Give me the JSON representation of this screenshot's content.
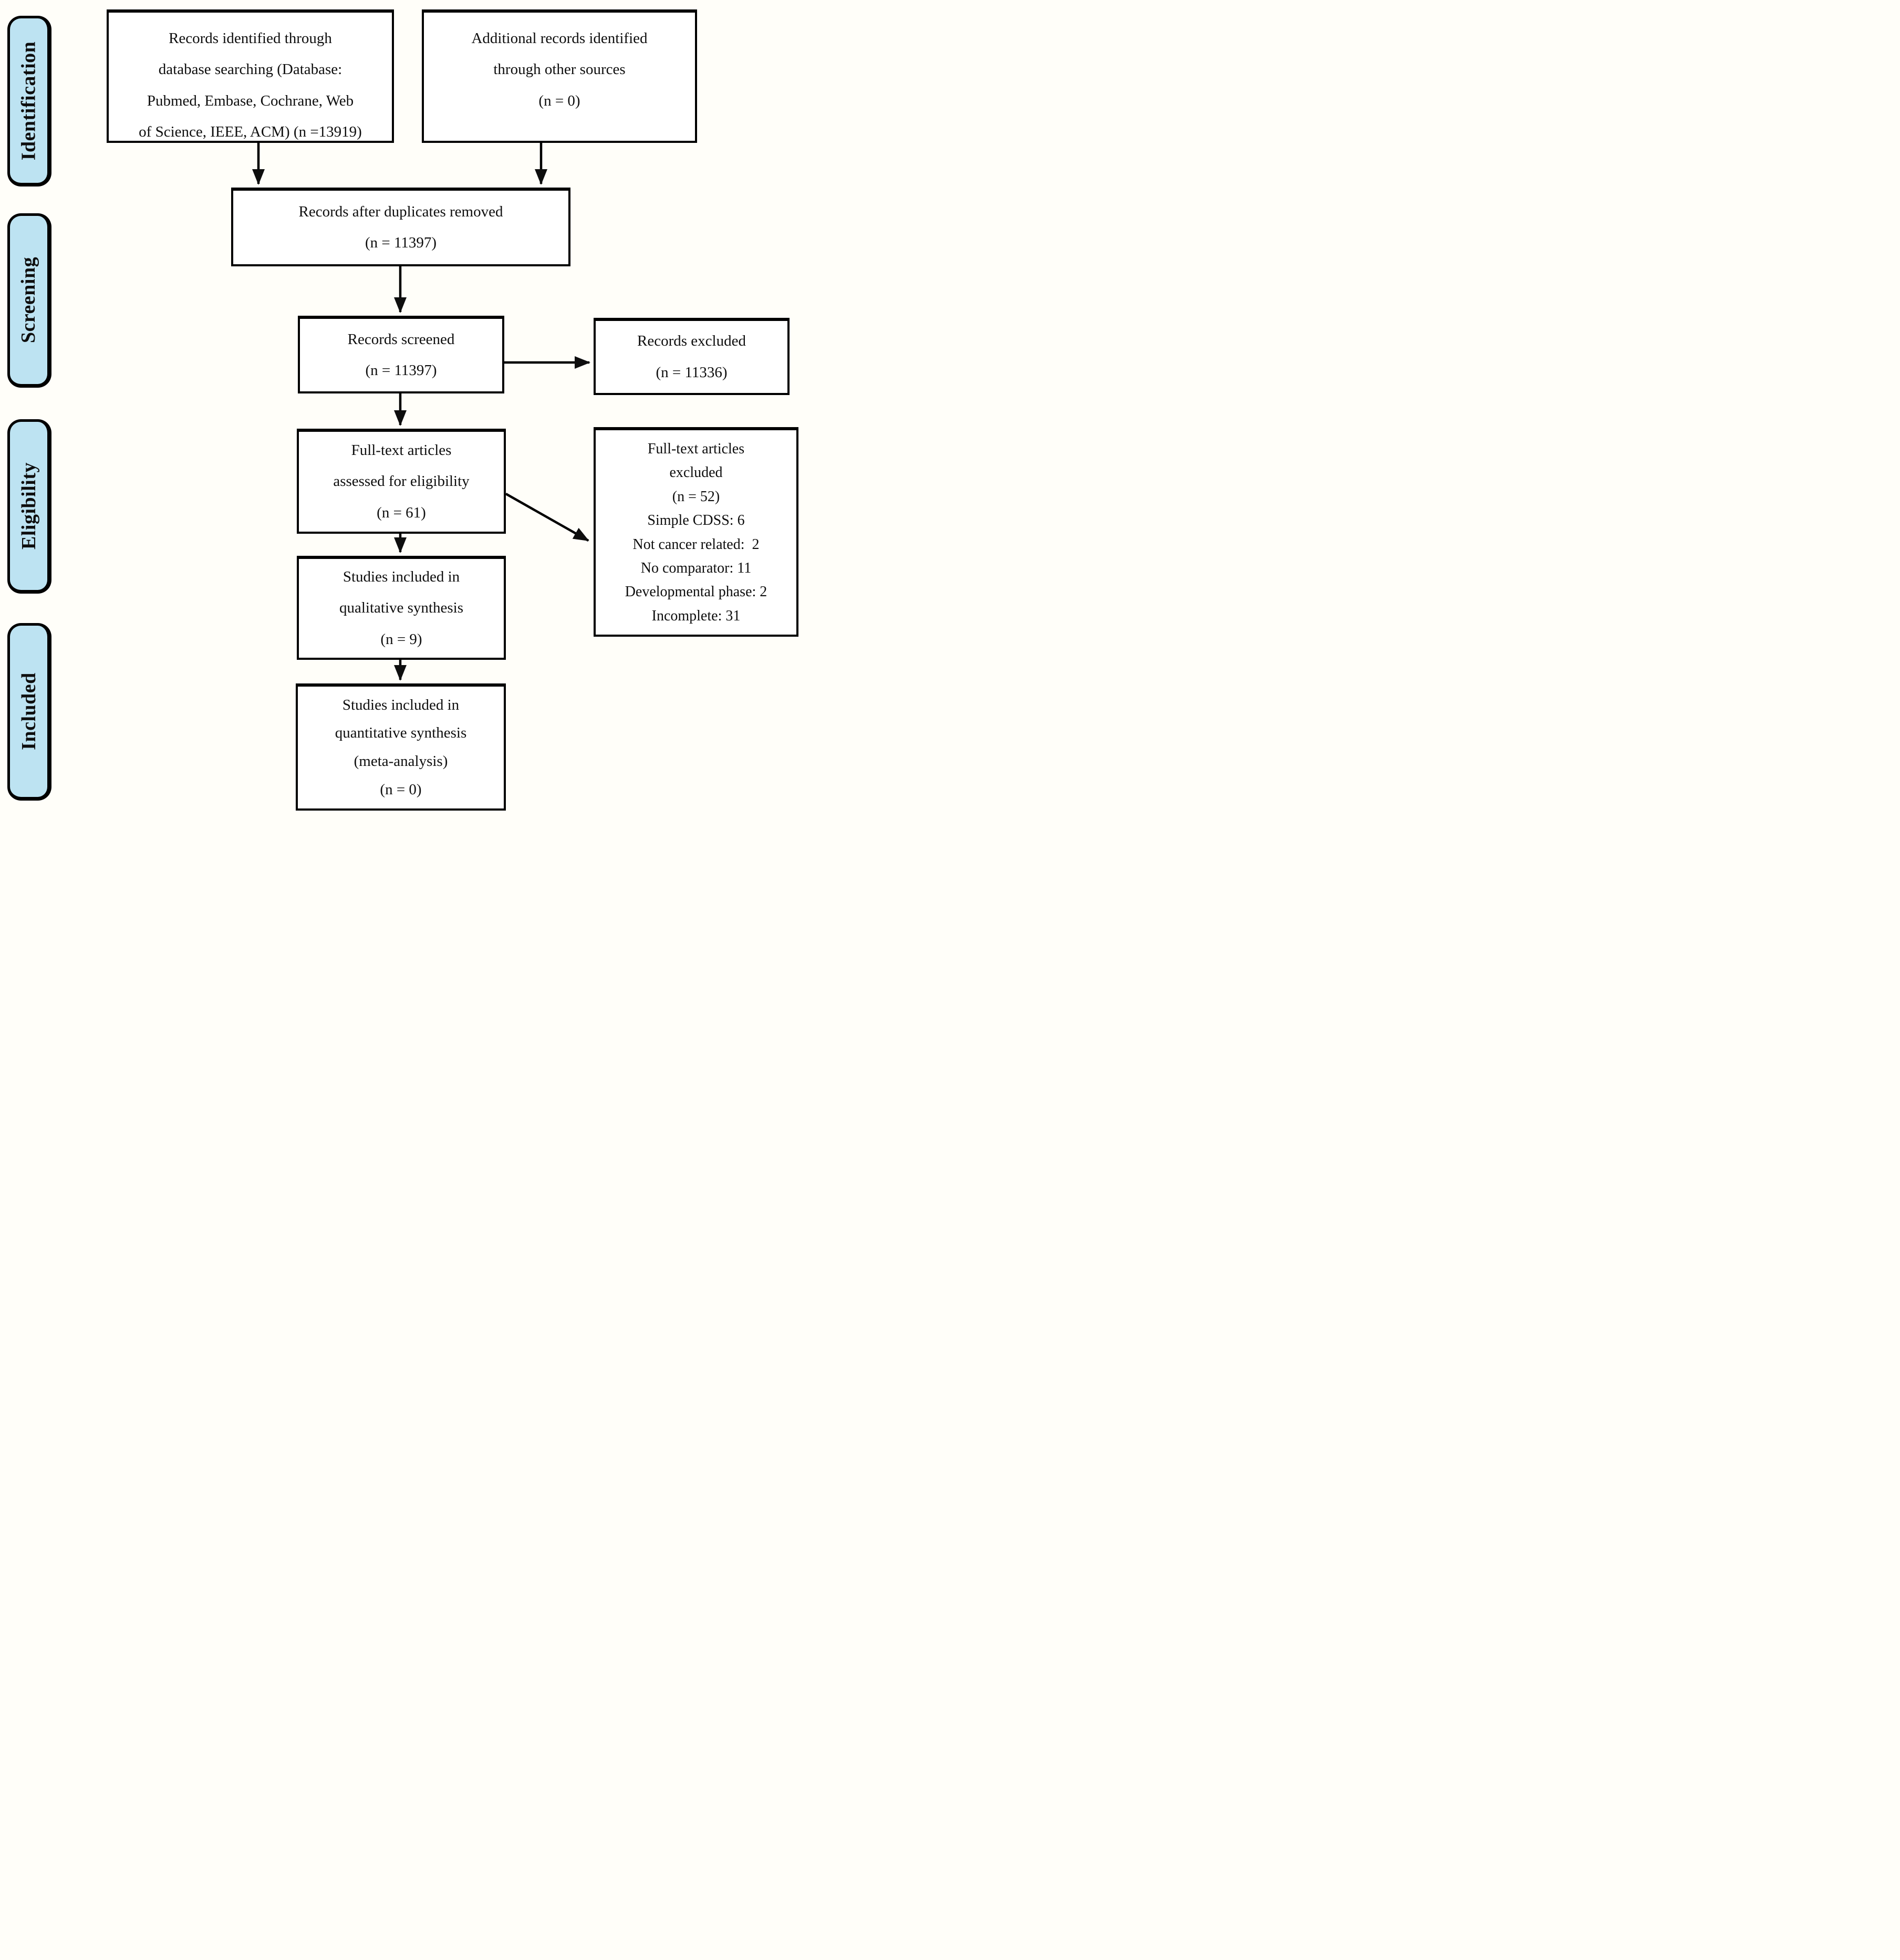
{
  "diagram": {
    "title": "PRISMA flow diagram",
    "colors": {
      "stage_fill": "#BDE3F2",
      "border": "#000000",
      "box_fill": "#FFFFFF",
      "text": "#0E0E0E",
      "background": "#FFFEF9"
    },
    "stages": [
      {
        "label": "Identification"
      },
      {
        "label": "Screening"
      },
      {
        "label": "Eligibility"
      },
      {
        "label": "Included"
      }
    ],
    "boxes": [
      {
        "name": "records-identified-database-searching",
        "lines": [
          "Records identified through",
          "database searching (Database:",
          "Pubmed, Embase, Cochrane, Web",
          "of Science, IEEE, ACM) (n =13919)"
        ]
      },
      {
        "name": "additional-records-other-sources",
        "lines": [
          "Additional records identified",
          "through other sources",
          "(n = 0)"
        ]
      },
      {
        "name": "records-after-duplicates-removed",
        "lines": [
          "Records after duplicates removed",
          "(n = 11397)"
        ]
      },
      {
        "name": "records-screened",
        "lines": [
          "Records screened",
          "(n = 11397)"
        ]
      },
      {
        "name": "records-excluded",
        "lines": [
          "Records excluded",
          "(n = 11336)"
        ]
      },
      {
        "name": "fulltext-assessed-for-eligibility",
        "lines": [
          "Full-text articles",
          "assessed for eligibility",
          "(n = 61)"
        ]
      },
      {
        "name": "fulltext-excluded-with-reasons",
        "lines": [
          "Full-text articles",
          "excluded",
          "(n = 52)",
          "Simple CDSS: 6",
          "Not cancer related:  2",
          "No comparator: 11",
          "Developmental phase: 2",
          "Incomplete: 31"
        ]
      },
      {
        "name": "studies-qualitative-synthesis",
        "lines": [
          "Studies included in",
          "qualitative synthesis",
          "(n = 9)"
        ]
      },
      {
        "name": "studies-quantitative-synthesis",
        "lines": [
          "Studies included in",
          "quantitative synthesis",
          "(meta-analysis)",
          "(n = 0)"
        ]
      }
    ]
  }
}
